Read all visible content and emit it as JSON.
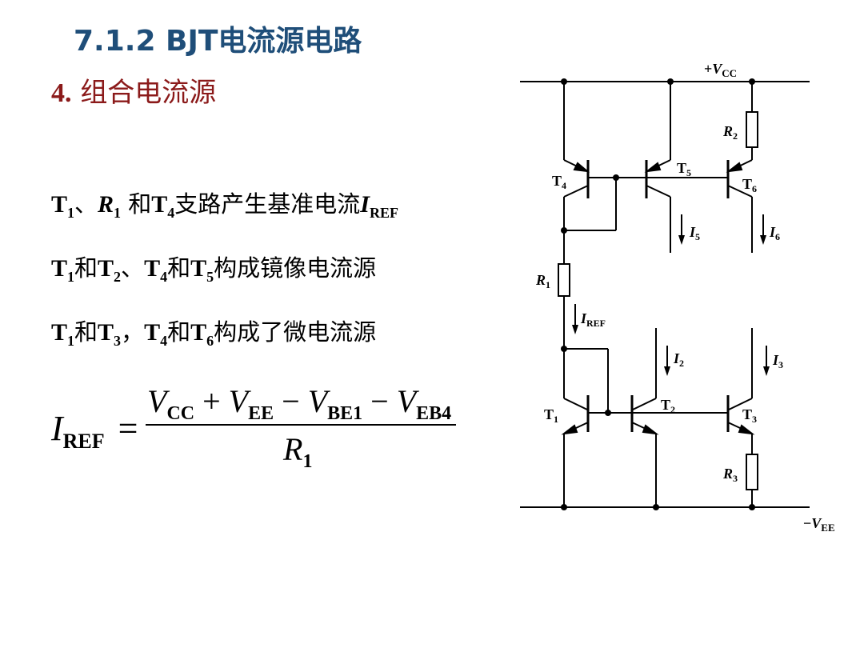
{
  "title": "7.1.2 BJT电流源电路",
  "subtitle": {
    "number": "4.",
    "text": "组合电流源"
  },
  "lines": [
    {
      "parts": [
        "T",
        "1",
        "、",
        "R",
        "1",
        " 和",
        "T",
        "4",
        "支路产生基准电流",
        "I",
        "REF"
      ]
    },
    {
      "parts": [
        "T",
        "1",
        "和",
        "T",
        "2",
        "、",
        "T",
        "4",
        "和",
        "T",
        "5",
        "构成镜像电流源"
      ]
    },
    {
      "parts": [
        "T",
        "1",
        "和",
        "T",
        "3",
        "，",
        "T",
        "4",
        "和",
        "T",
        "6",
        "构成了微电流源"
      ]
    }
  ],
  "formula": {
    "lhs": "I",
    "lhs_sub": "REF",
    "equals": "=",
    "numerator": [
      "V",
      "CC",
      "+",
      "V",
      "EE",
      "−",
      "V",
      "BE1",
      "−",
      "V",
      "EB4"
    ],
    "denominator": "R",
    "denominator_sub": "1"
  },
  "circuit": {
    "vcc": {
      "sign": "+",
      "symbol": "V",
      "sub": "CC"
    },
    "vee": {
      "sign": "−",
      "symbol": "V",
      "sub": "EE"
    },
    "transistors": [
      "T1",
      "T2",
      "T3",
      "T4",
      "T5",
      "T6"
    ],
    "resistors": [
      "R1",
      "R2",
      "R3"
    ],
    "currents": [
      "IREF",
      "I2",
      "I3",
      "I5",
      "I6"
    ]
  }
}
